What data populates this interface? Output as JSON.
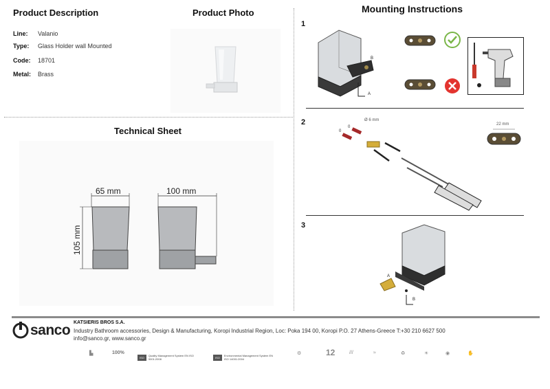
{
  "sections": {
    "product_description": "Product Description",
    "product_photo": "Product Photo",
    "technical_sheet": "Technical Sheet",
    "mounting_instructions": "Mounting Instructions"
  },
  "specs": [
    {
      "key": "Line:",
      "value": "Valanio"
    },
    {
      "key": "Type:",
      "value": "Glass Holder wall Mounted"
    },
    {
      "key": "Code:",
      "value": "18701"
    },
    {
      "key": "Metal:",
      "value": "Brass"
    }
  ],
  "technical": {
    "width_front": "65 mm",
    "width_side": "100 mm",
    "height": "105 mm"
  },
  "steps": [
    "1",
    "2",
    "3"
  ],
  "mounting": {
    "label_a": "A",
    "label_b": "B",
    "drill_diameter": "Ø 6 mm",
    "spacing": "22 mm",
    "plug_labels": [
      "0",
      "0"
    ]
  },
  "footer": {
    "logo_text": "sanco",
    "company_name": "KATSIERIS BROS S.A.",
    "company_address": "Industry Bathroom accessories, Design & Manufacturing, Koropi Industrial Region, Loc: Poka 194 00, Koropi P.O. 27  Athens-Greece  T:+30 210 6627 500",
    "contacts": "info@sanco.gr, www.sanco.gr",
    "cert_iso9001": "Quality Management System EN ISO 9001:2008",
    "cert_iso14001": "Environmental Management System EN ISO 14001:2004",
    "badge_100": "100%",
    "badge_12": "12"
  }
}
